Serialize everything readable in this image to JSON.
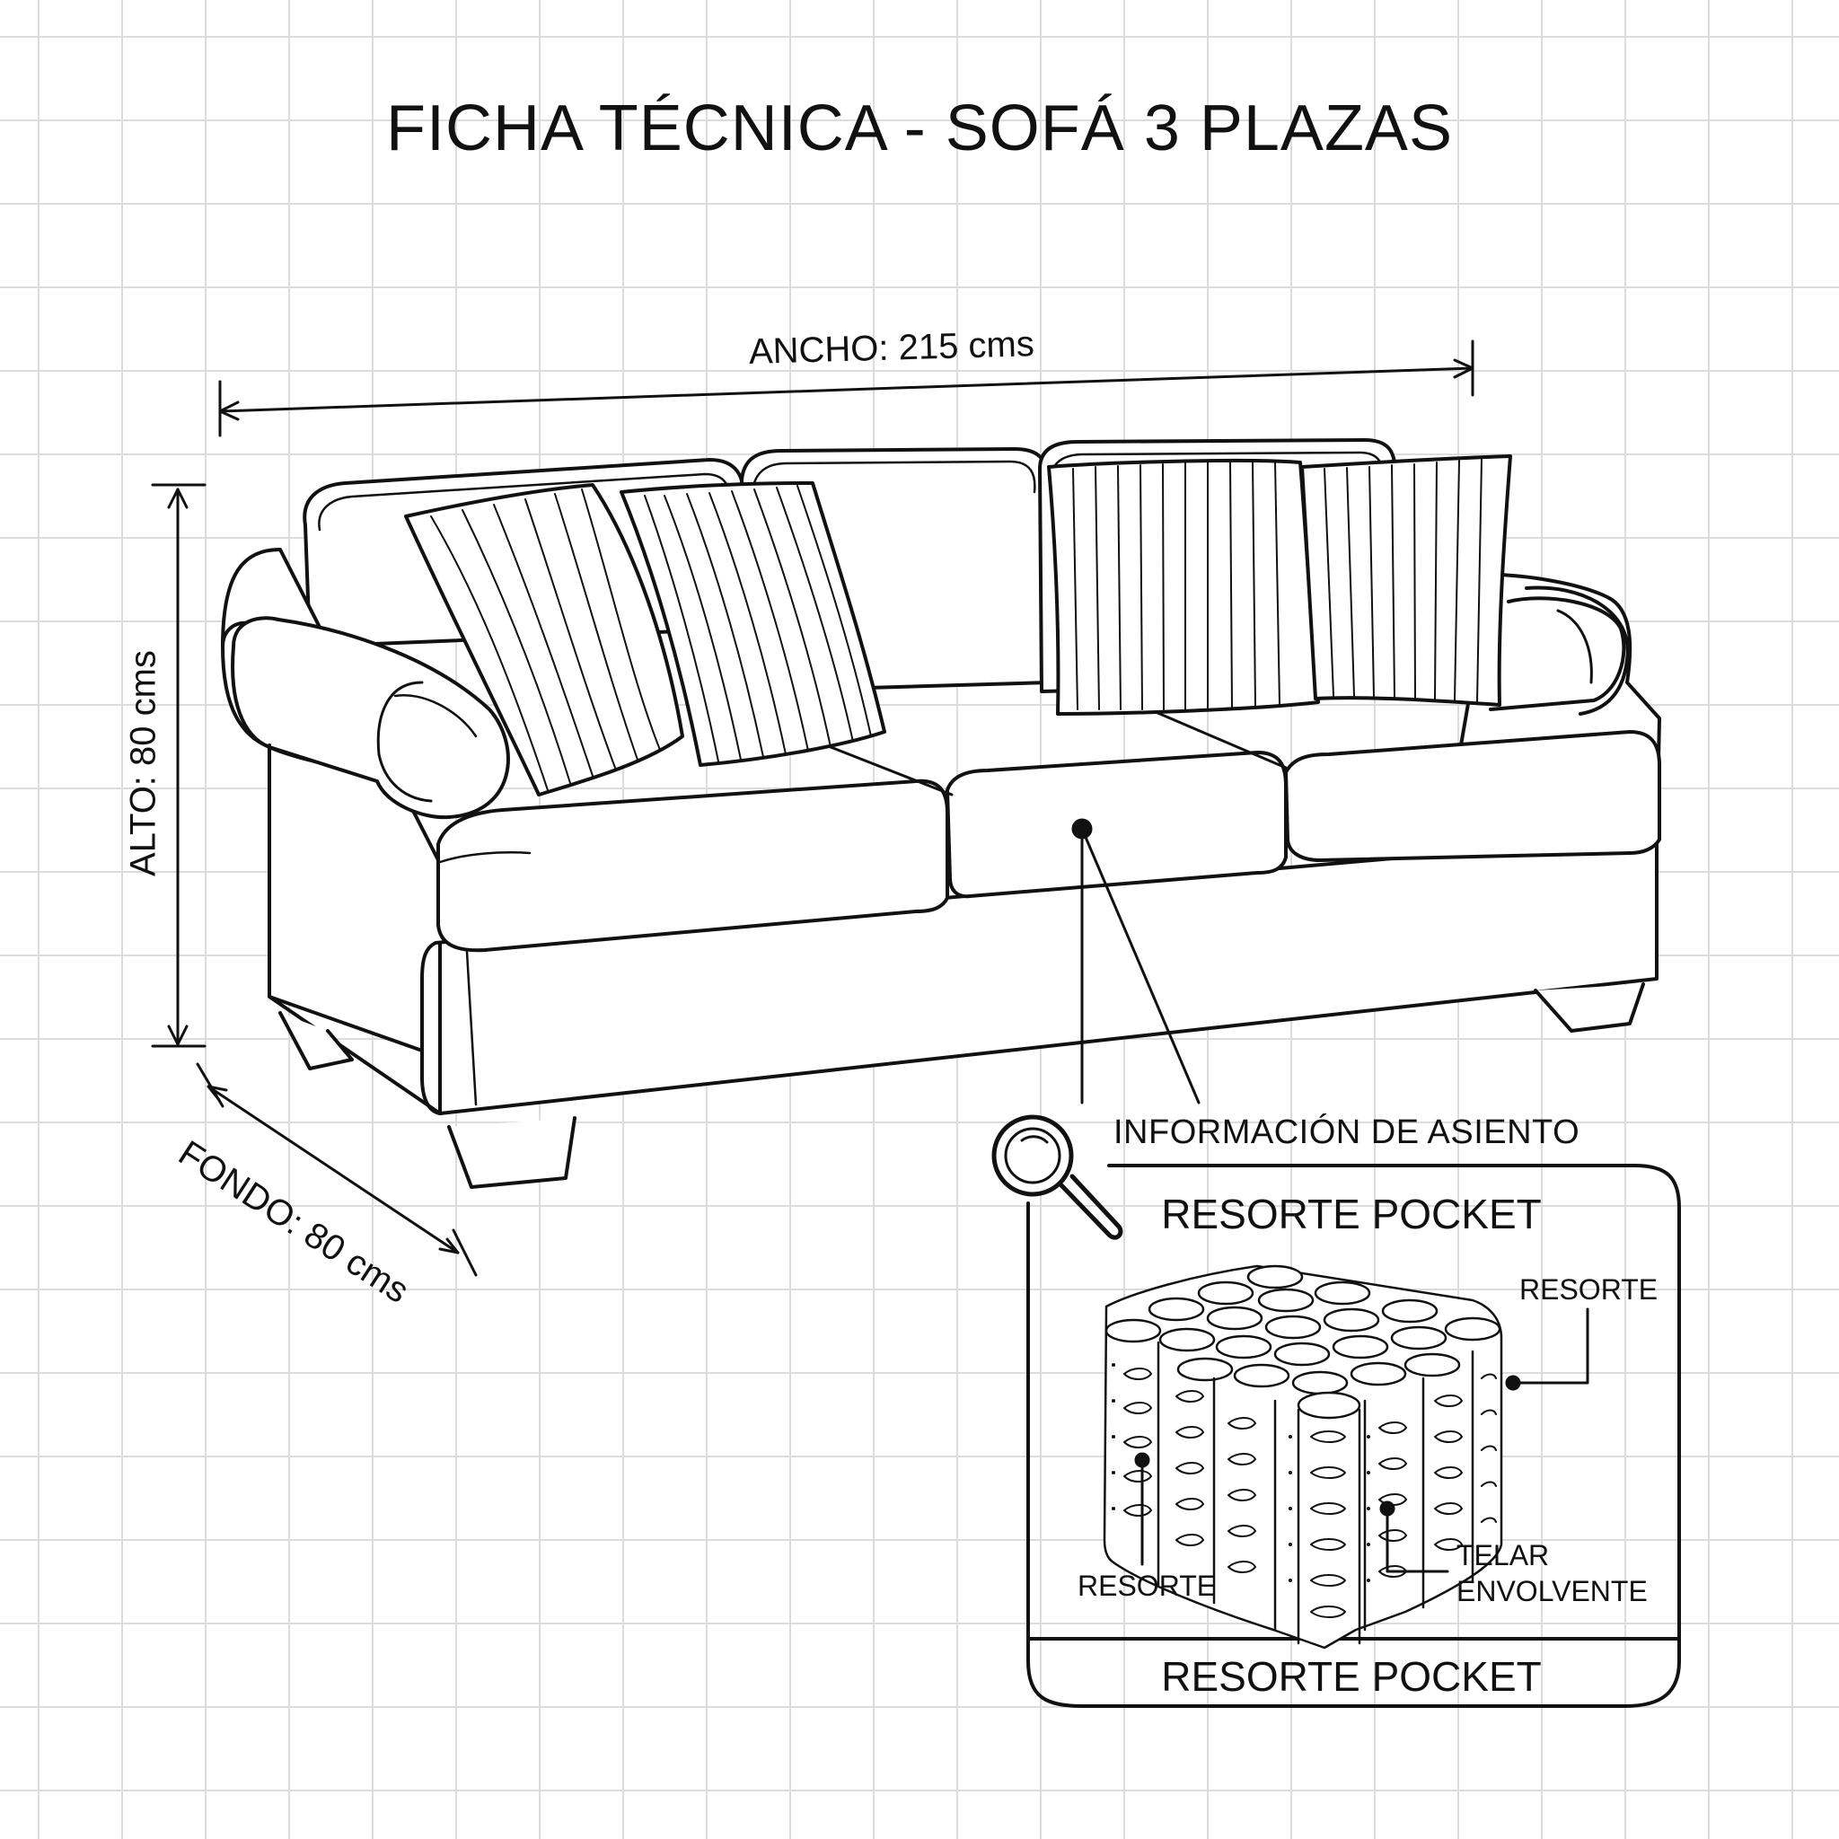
{
  "title": "FICHA TÉCNICA - SOFÁ 3 PLAZAS",
  "dimensions": {
    "ancho": "ANCHO: 215 cms",
    "alto": "ALTO: 80 cms",
    "fondo": "FONDO: 80 cms"
  },
  "seat_info": {
    "callout": "INFORMACIÓN DE ASIENTO",
    "panel_title": "RESORTE POCKET",
    "panel_footer": "RESORTE POCKET",
    "labels": {
      "resorte_top": "RESORTE",
      "resorte_left": "RESORTE",
      "telar_line1": "TELAR",
      "telar_line2": "ENVOLVENTE"
    }
  },
  "colors": {
    "line": "#111111",
    "grid": "#dcdcdc",
    "background": "#ffffff"
  },
  "icons": [
    "magnifier-icon"
  ]
}
